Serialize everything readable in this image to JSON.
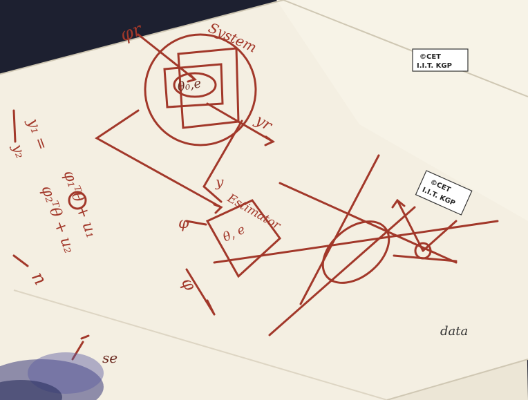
{
  "image": {
    "description_free": true,
    "stamps": {
      "top": [
        "©CET",
        "I.I.T. KGP"
      ],
      "tilted": [
        "©CET",
        "I.I.T. KGP"
      ]
    },
    "diagram_text": {
      "input_phi_r": "φr",
      "system": "System",
      "theta0_e": "θ₀,e",
      "output_yr": "yr",
      "y": "y",
      "phi": "φ",
      "estimator": "Estimator",
      "theta_e": "θ, e",
      "phi_bottom": "φ",
      "eq1_lhs": "y₁ =",
      "eq1_rhs": "φ₁ᵀθ + u₁",
      "eq2_lhs": "y₂",
      "eq2_rhs": "φ₂ᵀθ + u₂",
      "n": "n",
      "data": "data",
      "se": "se"
    },
    "colors": {
      "ink_red": "#a2382a",
      "ink_brown": "#6b2a20",
      "paper": "#f4efe2",
      "paper_shadow": "#e7e0cf",
      "background": "#1d2030"
    }
  }
}
